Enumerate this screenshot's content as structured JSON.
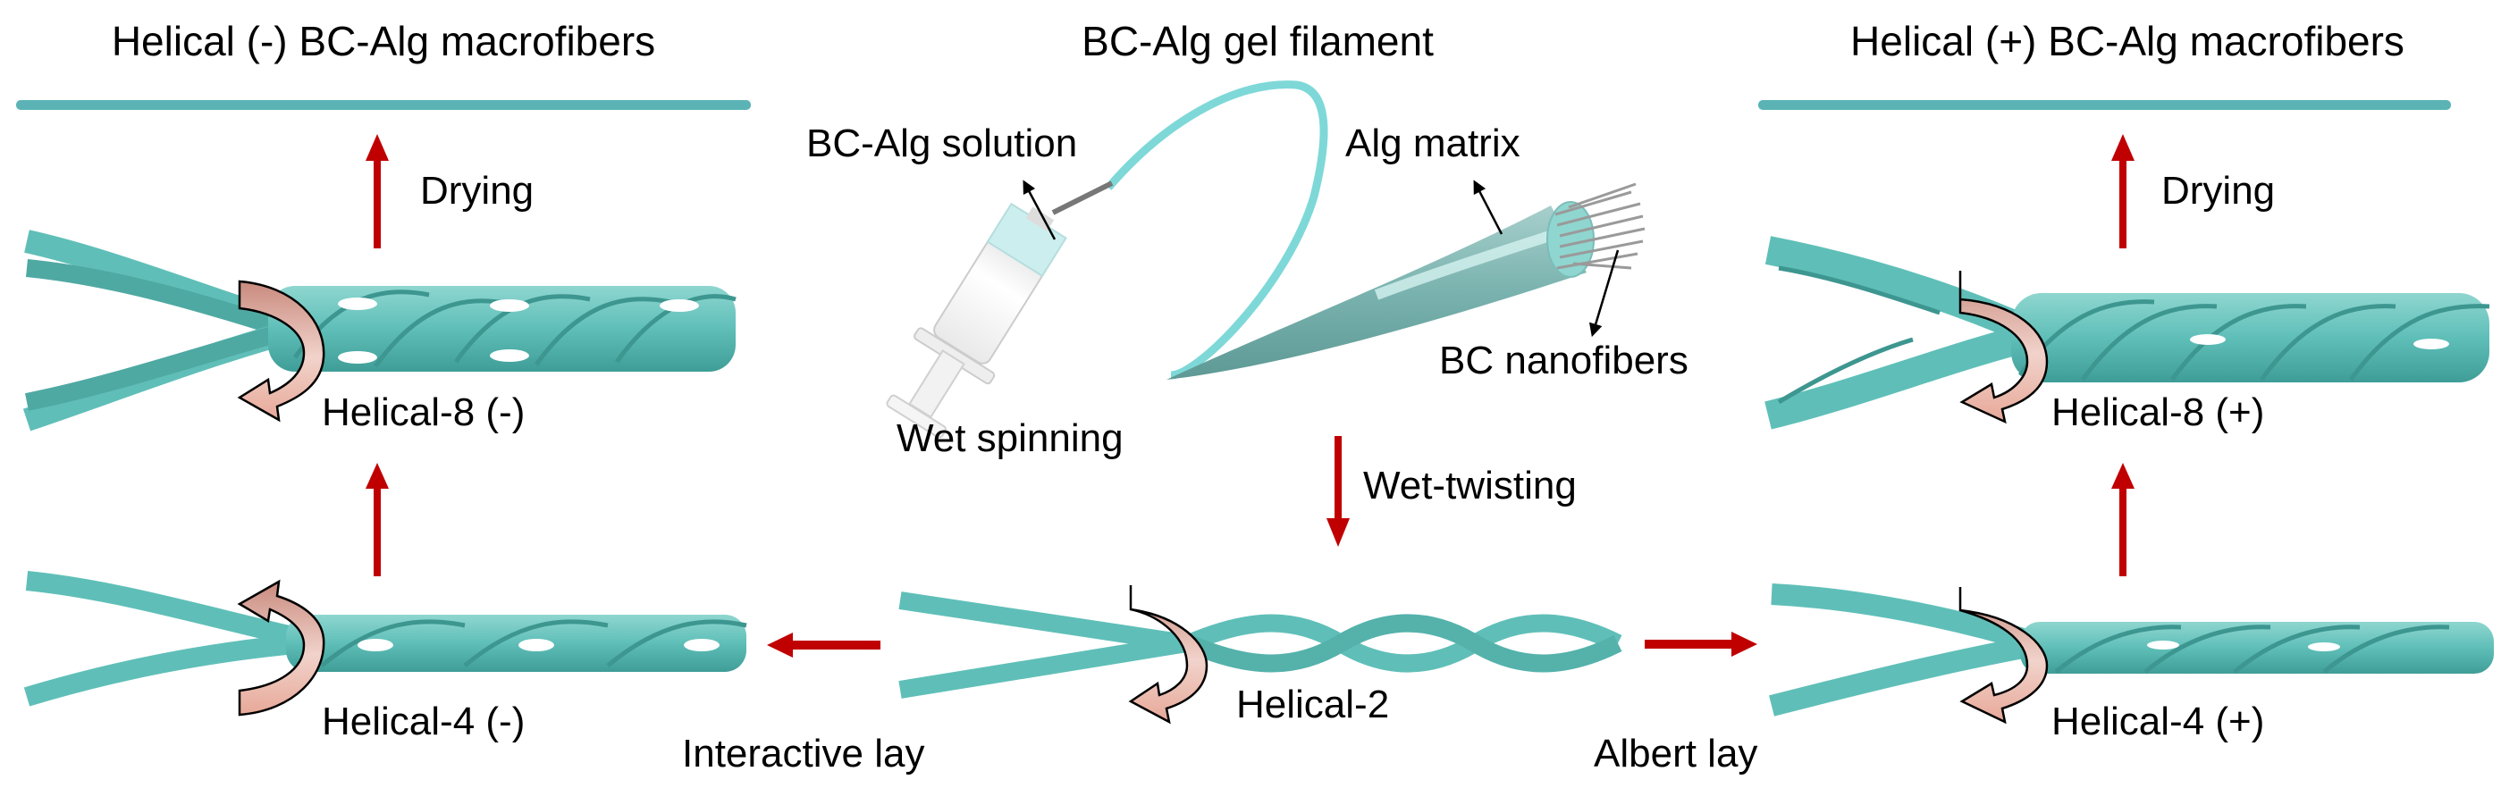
{
  "figure": {
    "colors": {
      "fiber": "#5fbfb8",
      "fiber_dark": "#3f9d97",
      "fiber_light": "#a9e3de",
      "process_arrow": "#c00000",
      "twist_arrow_dark": "#c98a7e",
      "twist_arrow_light": "#f8ddd5",
      "text": "#000000"
    },
    "left_panel": {
      "title": "Helical (-) BC-Alg macrofibers",
      "drying_label": "Drying",
      "helical8_label": "Helical-8 (-)",
      "helical4_label": "Helical-4 (-)",
      "lay_label": "Interactive lay"
    },
    "center_panel": {
      "title": "BC-Alg gel filament",
      "solution_label": "BC-Alg solution",
      "matrix_label": "Alg matrix",
      "nanofibers_label": "BC nanofibers",
      "spinning_label": "Wet spinning",
      "twisting_label": "Wet-twisting",
      "helical2_label": "Helical-2"
    },
    "right_panel": {
      "title": "Helical (+) BC-Alg macrofibers",
      "drying_label": "Drying",
      "helical8_label": "Helical-8 (+)",
      "helical4_label": "Helical-4 (+)",
      "lay_label": "Albert lay"
    }
  }
}
